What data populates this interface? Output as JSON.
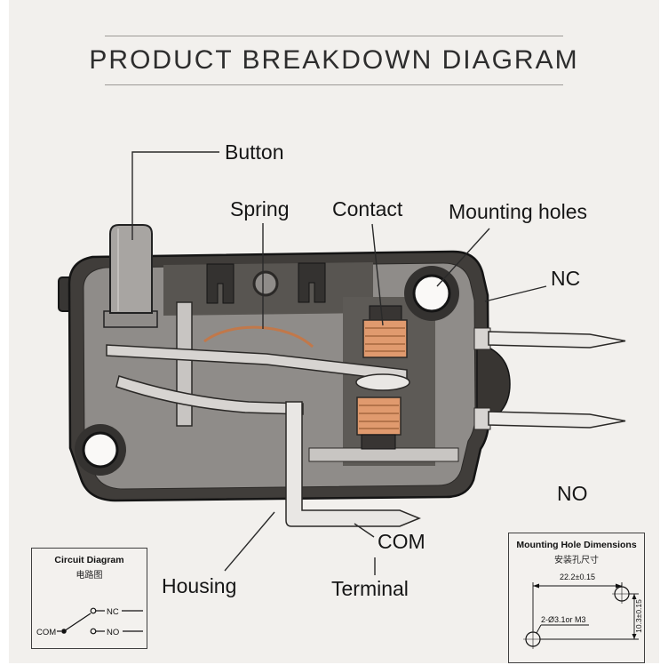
{
  "page": {
    "title": "PRODUCT BREAKDOWN DIAGRAM"
  },
  "part_labels": {
    "button": "Button",
    "spring": "Spring",
    "contact": "Contact",
    "mounting_holes": "Mounting holes",
    "nc": "NC",
    "no": "NO",
    "com": "COM",
    "housing": "Housing",
    "terminal": "Terminal"
  },
  "circuit_diagram": {
    "title": "Circuit Diagram",
    "subtitle_zh": "电路图",
    "terminals": {
      "com": "COM",
      "nc": "NC",
      "no": "NO"
    }
  },
  "mounting_hole_dimensions": {
    "title": "Mounting Hole Dimensions",
    "subtitle_zh": "安装孔尺寸",
    "horizontal_spacing": "22.2±0.15",
    "hole_spec": "2-Ø3.1or M3",
    "vertical_spacing": "10.3±0.15"
  },
  "colors": {
    "background": "#f2f0ed",
    "housing_dark": "#403d3a",
    "interior_gray": "#8f8c89",
    "contact_copper": "#e09a6e",
    "terminal_metal": "#edebe8",
    "leader_line": "#2a2a2a"
  }
}
